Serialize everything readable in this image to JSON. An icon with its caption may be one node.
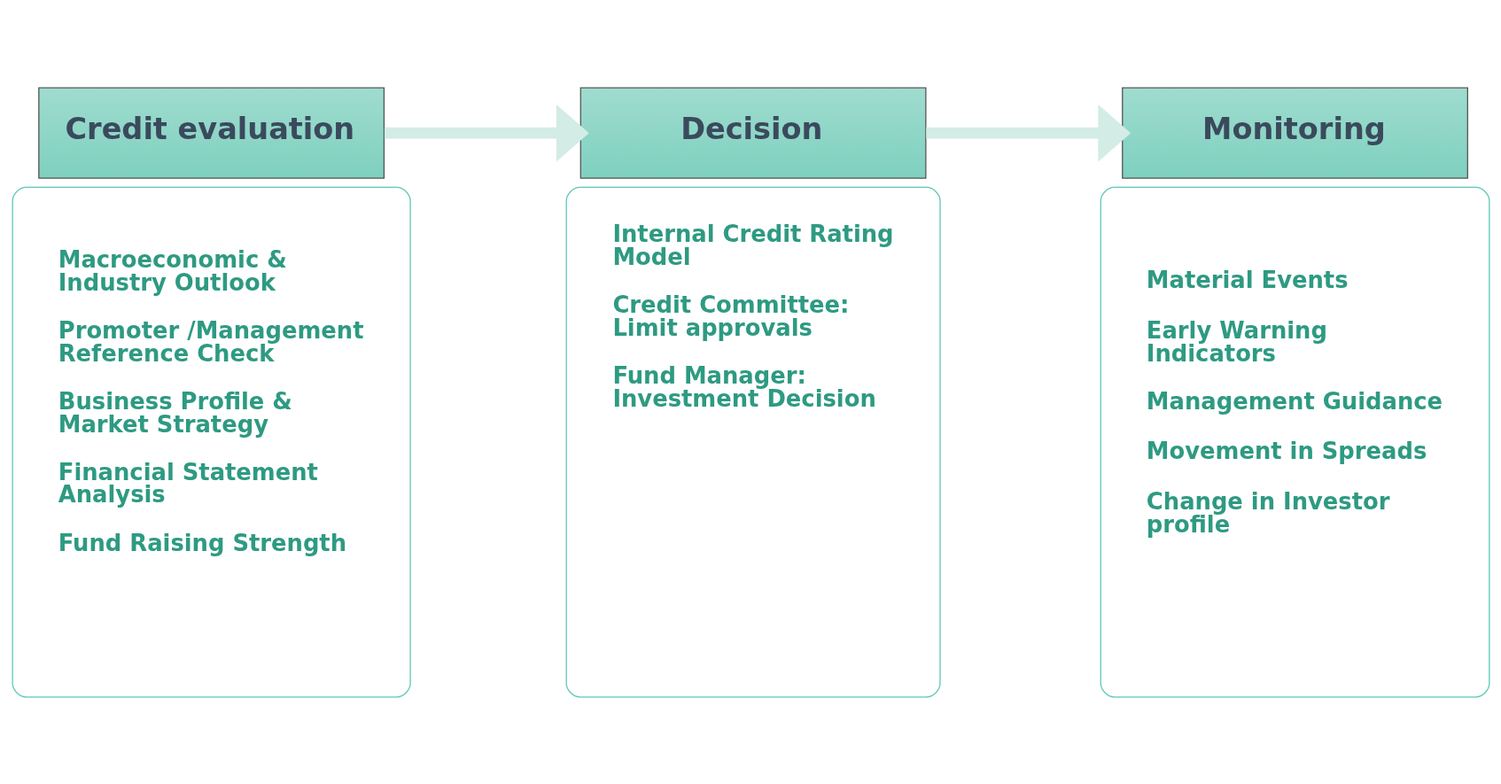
{
  "diagram": {
    "nodes": [
      {
        "text": [
          "Credit evaluation"
        ]
      },
      {
        "text": [
          "Macroeconomic & Industry Outlook",
          "Promoter /Management Reference Check",
          "Business Profile & Market Strategy",
          "Financial Statement Analysis",
          "Fund Raising Strength"
        ]
      },
      {
        "text": [
          "Decision"
        ]
      },
      {
        "text": [
          "Internal Credit Rating Model",
          "Credit Committee: Limit approvals",
          "Fund Manager: Investment Decision"
        ]
      },
      {
        "text": [
          "Monitoring"
        ]
      },
      {
        "text": [
          "Material Events",
          "Early Warning Indicators",
          "Management Guidance",
          "Movement in Spreads",
          "Change in Investor profile"
        ]
      }
    ],
    "edges": [
      {
        "from": 0,
        "to": 2,
        "arrow": "to"
      },
      {
        "from": 2,
        "to": 4,
        "arrow": "to"
      }
    ]
  }
}
